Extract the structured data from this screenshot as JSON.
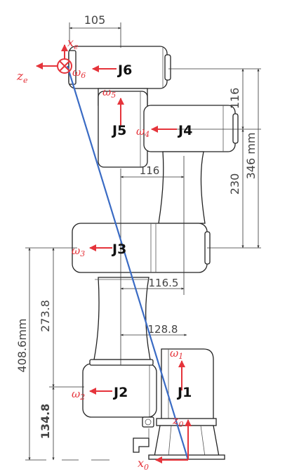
{
  "colors": {
    "accent_red": "#e5343b",
    "link_blue": "#3a6bc4",
    "outline": "#222222"
  },
  "joints": {
    "j1": "J1",
    "j2": "J2",
    "j3": "J3",
    "j4": "J4",
    "j5": "J5",
    "j6": "J6"
  },
  "dimensions": {
    "top_width": "105",
    "wrist_height": "116",
    "wrist_offset": "116",
    "upper_link": "230",
    "total_upper": "346  mm",
    "elbow_offset": "116.5",
    "shoulder_offset": "128.8",
    "lower_total": "408.6mm",
    "lower_link": "273.8",
    "base_height": "134.8"
  },
  "axes": {
    "x_e": "x",
    "x_e_sub": "e",
    "z_e": "z",
    "z_e_sub": "e",
    "w6": "ω",
    "w6_sub": "6",
    "w5": "ω",
    "w5_sub": "5",
    "w4": "ω",
    "w4_sub": "4",
    "w3": "ω",
    "w3_sub": "3",
    "w2": "ω",
    "w2_sub": "2",
    "w1": "ω",
    "w1_sub": "1",
    "z0": "z",
    "z0_sub": "0",
    "x0": "x",
    "x0_sub": "0"
  }
}
